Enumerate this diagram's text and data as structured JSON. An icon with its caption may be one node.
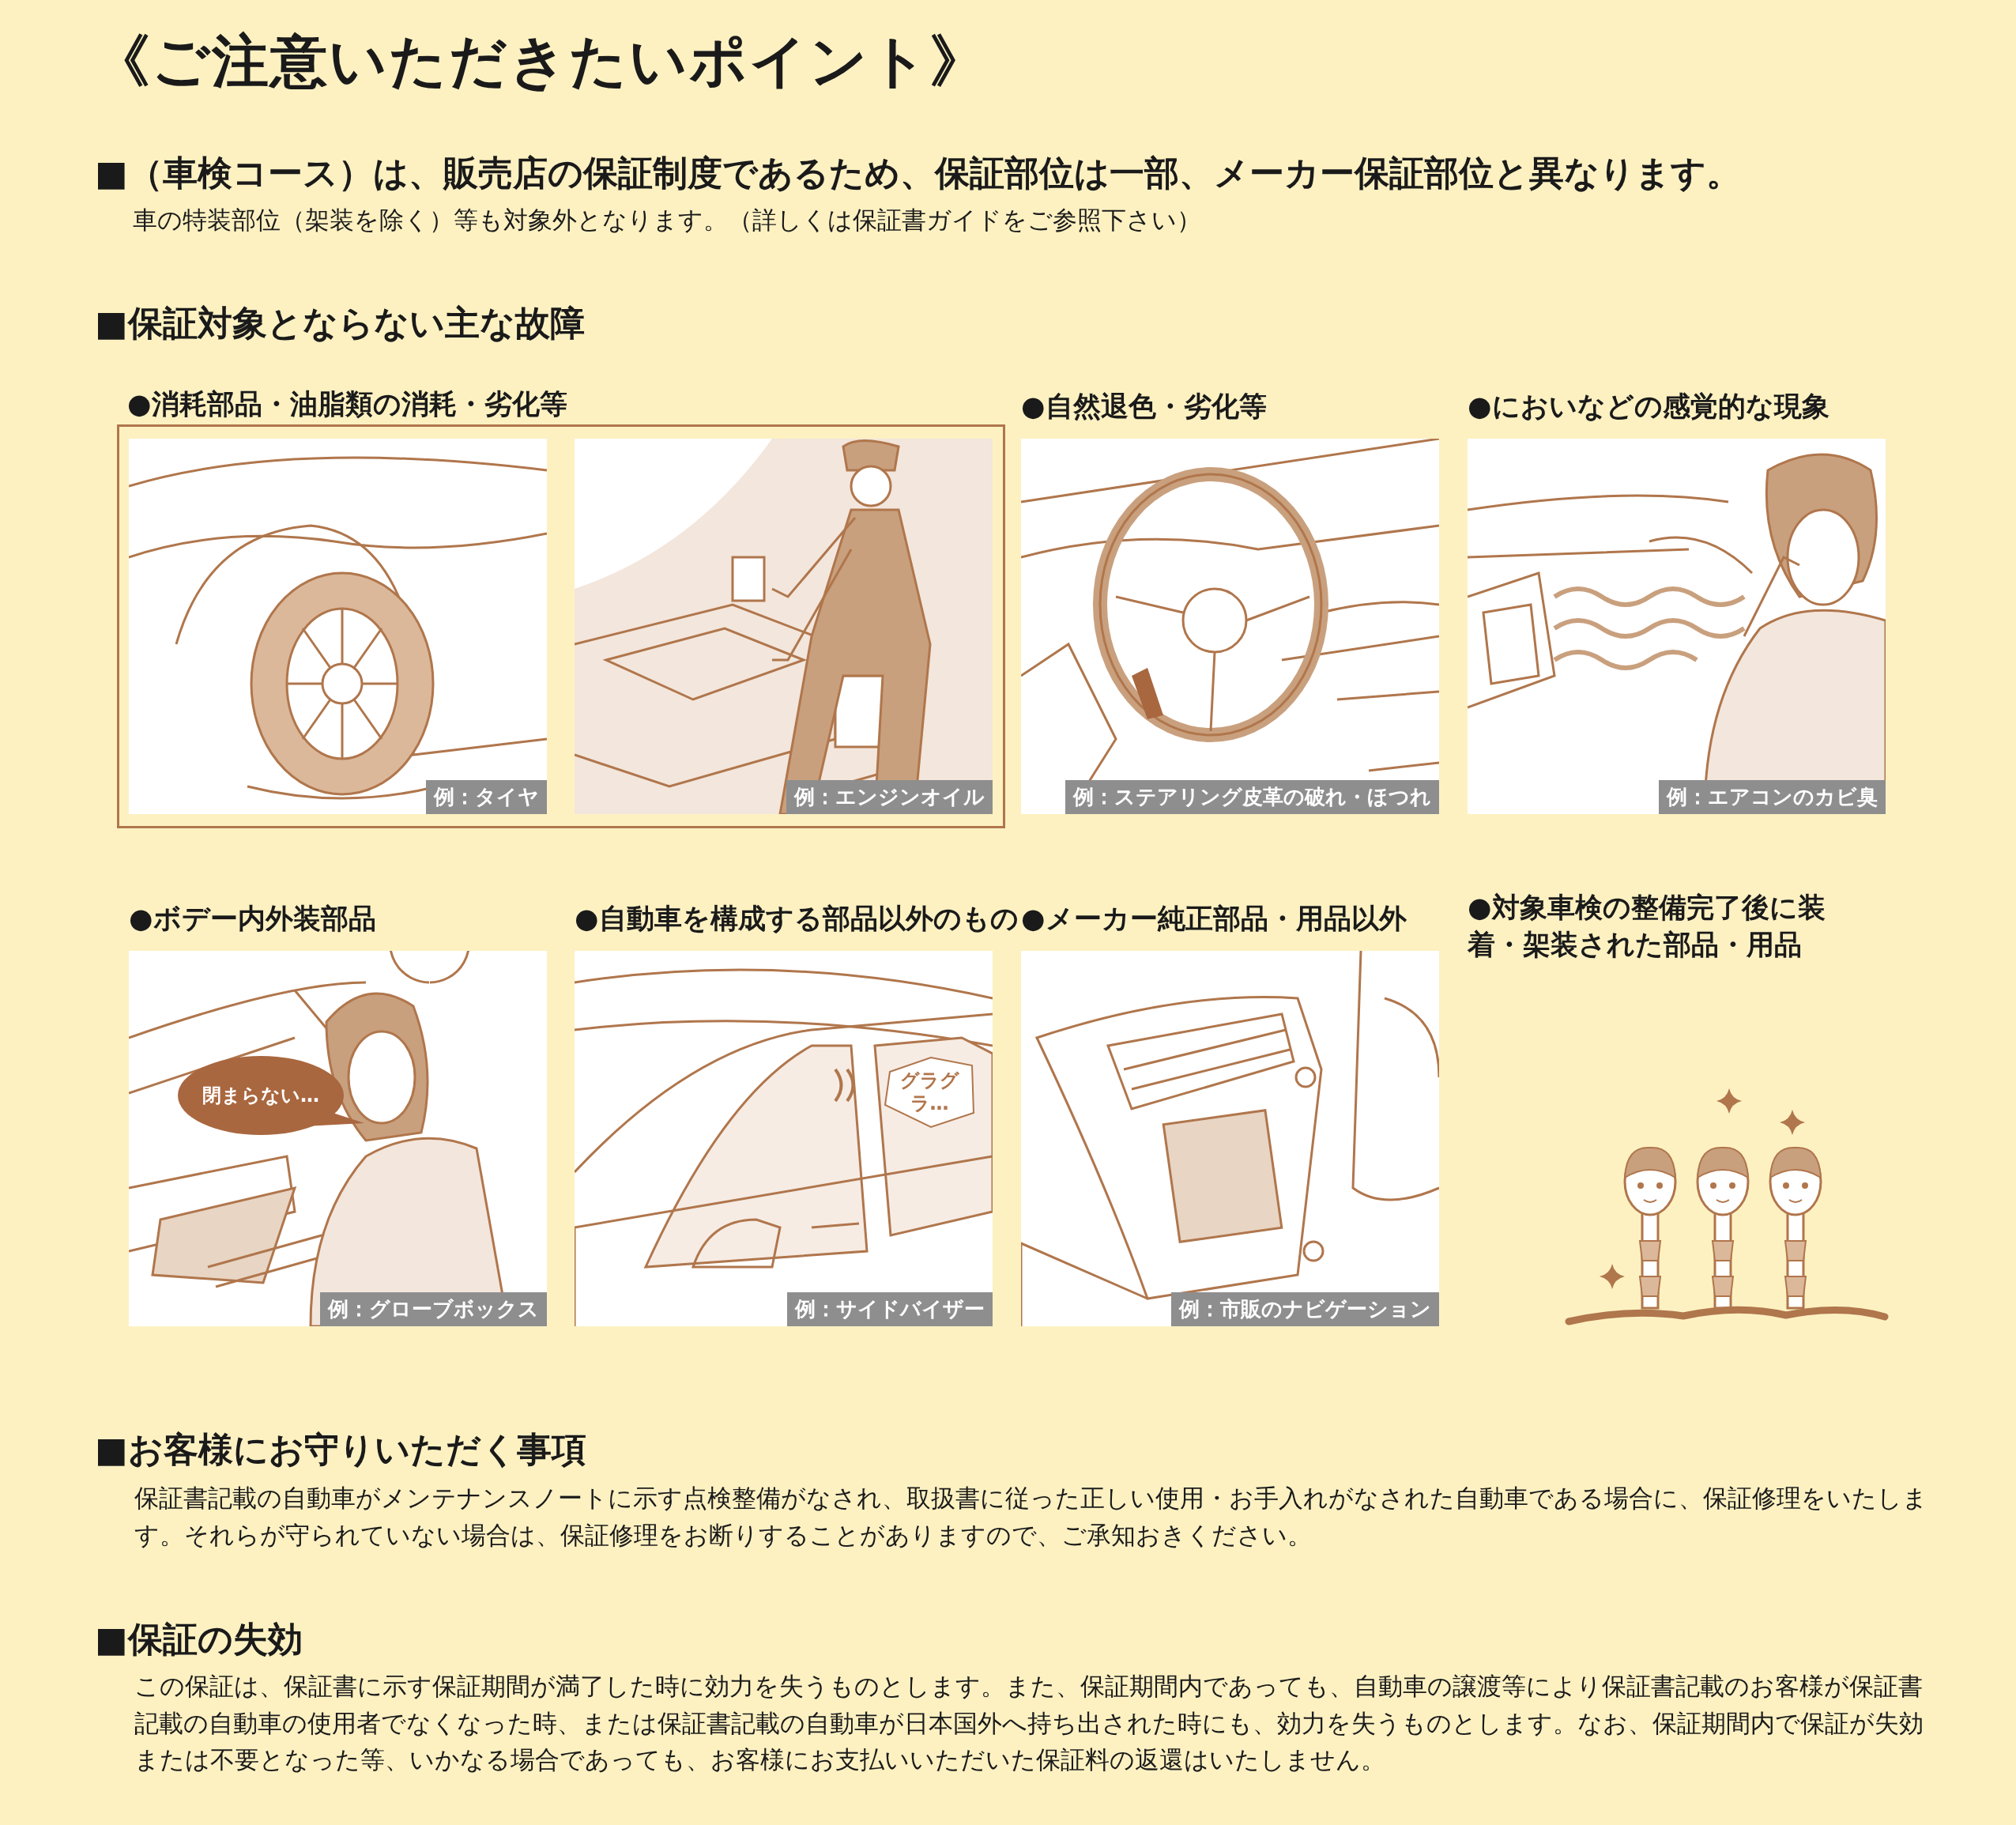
{
  "diagram": {
    "title": "《ご注意いただきたいポイント》",
    "nodes": [
      {
        "text": [
          "●消耗部品・油脂類の消耗・劣化等"
        ]
      },
      {
        "text": [
          "例：タイヤ"
        ],
        "in": 0
      },
      {
        "text": [
          "例：エンジンオイル"
        ],
        "in": 0
      },
      {
        "text": [
          "●自然退色・劣化等",
          "例：ステアリング皮革の破れ・ほつれ"
        ]
      },
      {
        "text": [
          "●においなどの感覚的な現象",
          "例：エアコンのカビ臭"
        ]
      },
      {
        "text": [
          "●ボデー内外装部品",
          "例：グローブボックス"
        ]
      },
      {
        "text": [
          "閉まらない…"
        ],
        "in": 5
      },
      {
        "text": [
          "●自動車を構成する部品以外のもの",
          "例：サイドバイザー"
        ]
      },
      {
        "text": [
          "グラグラ…"
        ],
        "in": 7
      },
      {
        "text": [
          "●メーカー純正部品・用品以外",
          "例：市販のナビゲーション"
        ]
      }
    ],
    "labels": [
      "■（車検コース）は、販売店の保証制度であるため、保証部位は一部、メーカー保証部位と異なります。",
      "車の特装部位（架装を除く）等も対象外となります。（詳しくは保証書ガイドをご参照下さい）",
      "■保証対象とならない主な故障",
      "●対象車検の整備完了後に装着・架装された部品・用品",
      "■お客様にお守りいただく事項",
      "保証書記載の自動車がメンテナンスノートに示す点検整備がなされ、取扱書に従った正しい使用・お手入れがなされた自動車である場合に、保証修理をいたします。それらが守られていない場合は、保証修理をお断りすることがありますので、ご承知おきください。",
      "■保証の失効",
      "この保証は、保証書に示す保証期間が満了した時に効力を失うものとします。また、保証期間内であっても、自動車の譲渡等により保証書記載のお客様が保証書記載の自動車の使用者でなくなった時、または保証書記載の自動車が日本国外へ持ち出された時にも、効力を失うものとします。なお、保証期間内で保証が失効または不要となった等、いかなる場合であっても、お客様にお支払いいただいた保証料の返還はいたしません。"
    ]
  }
}
